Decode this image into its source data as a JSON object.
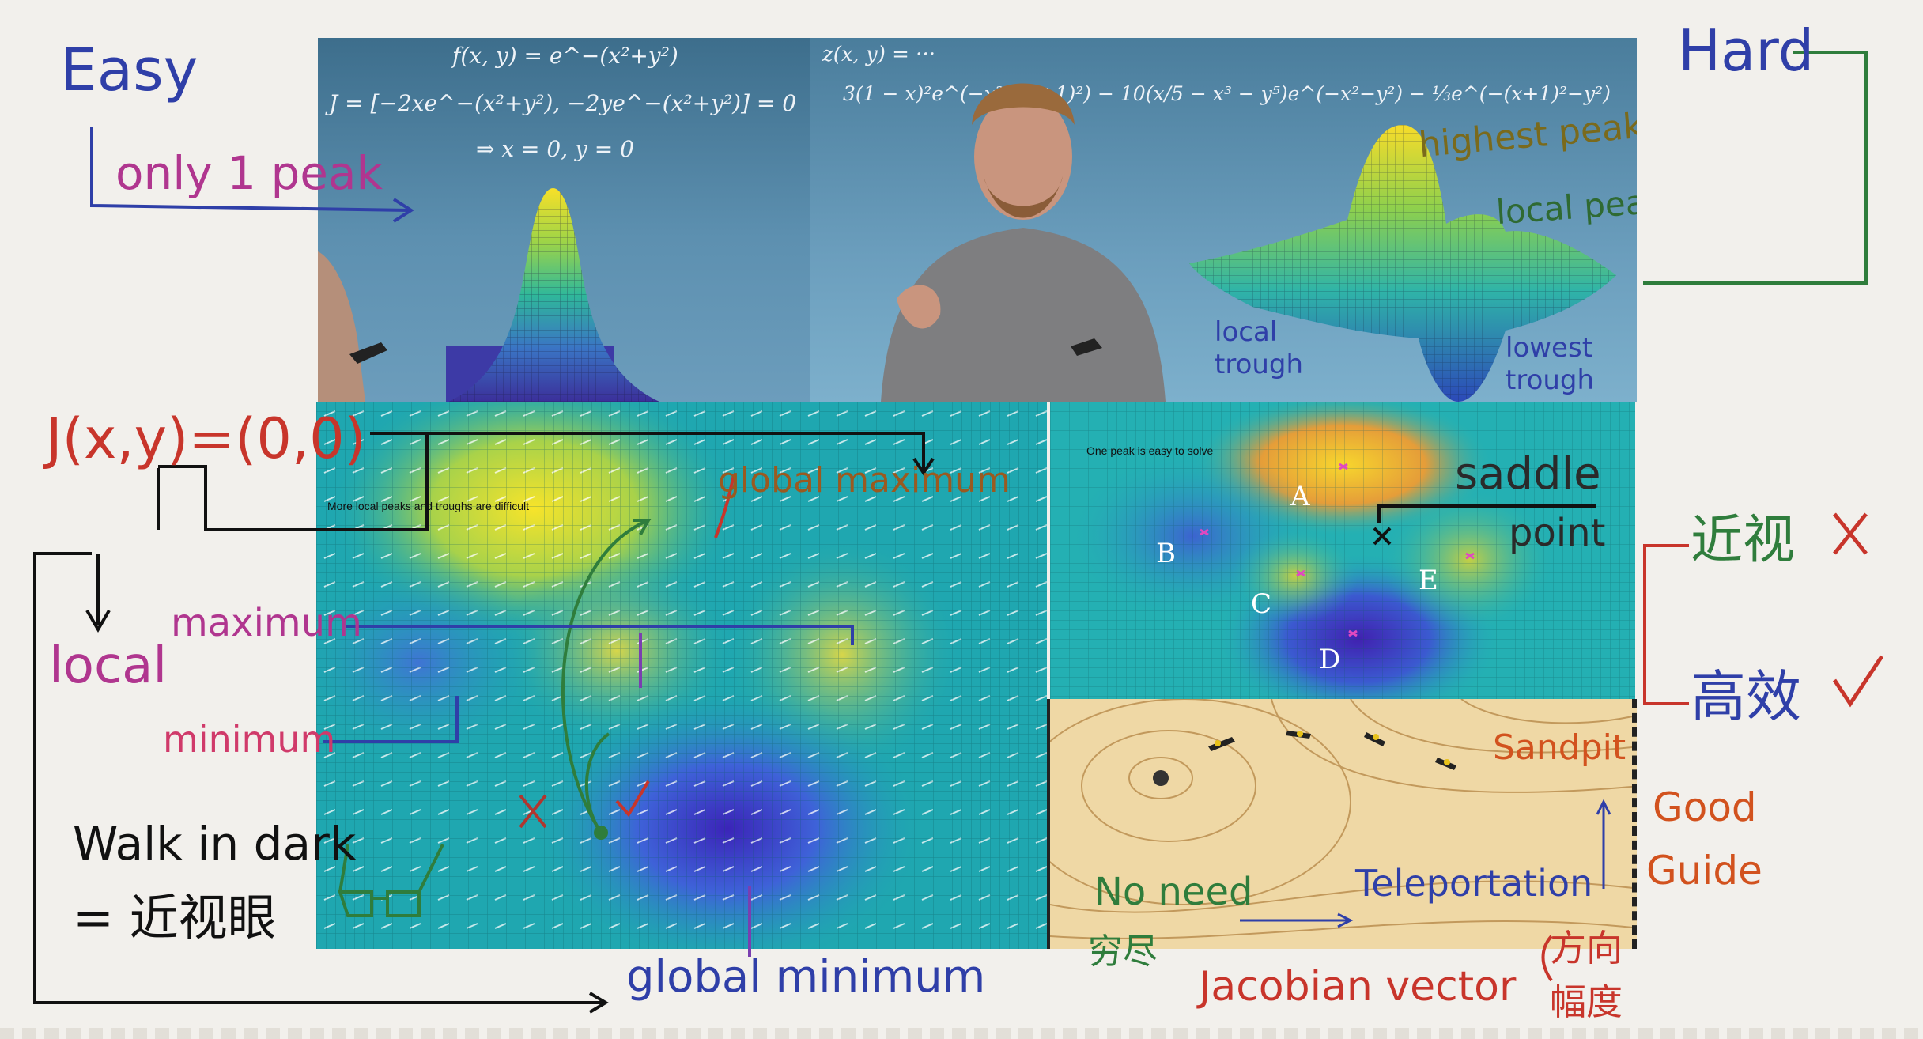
{
  "left_notes": {
    "easy": "Easy",
    "only_one_peak": "only 1 peak",
    "jacobian_zero": "J(x,y)=(0,0)",
    "local": "local",
    "maximum": "maximum",
    "minimum": "minimum",
    "walk_in_dark": "Walk in dark",
    "equals_nearsighted": "= 近视眼"
  },
  "right_notes": {
    "hard": "Hard",
    "nearsighted": "近视",
    "efficient": "高效",
    "good": "Good",
    "guide": "Guide"
  },
  "video_left": {
    "eq1": "f(x, y) = e^−(x²+y²)",
    "eq2": "J = [−2xe^−(x²+y²), −2ye^−(x²+y²)] = 0",
    "eq3": "⇒ x = 0, y = 0"
  },
  "video_right": {
    "eq1": "z(x, y) = ···",
    "eq2": "3(1 − x)²e^(−x²−(y+1)²) − 10(x/5 − x³ − y⁵)e^(−x²−y²) − ⅓e^(−(x+1)²−y²)",
    "highest_peak": "highest peak",
    "local_peaks": "local peaks",
    "local_trough": "local trough",
    "lowest_trough": "lowest trough"
  },
  "heatmap": {
    "caption": "More local peaks and troughs are difficult",
    "global_maximum": "global maximum",
    "global_minimum": "global minimum"
  },
  "contour": {
    "caption": "One peak is easy to solve",
    "saddle": "saddle",
    "point": "point",
    "points": [
      "A",
      "B",
      "C",
      "D",
      "E"
    ]
  },
  "sandpit": {
    "sandpit": "Sandpit",
    "no_need": "No need",
    "no_need_cn": "穷尽",
    "teleportation": "Teleportation"
  },
  "bottom_notes": {
    "jacobian_vector": "Jacobian vector",
    "direction": "方向",
    "magnitude": "幅度"
  },
  "colors": {
    "pen_blue": "#2f3fa8",
    "pen_red": "#c8352b",
    "pen_magenta": "#b0368f",
    "pen_green": "#2f7d3c",
    "pen_orange": "#d2521e",
    "pen_olive": "#7a6a1c",
    "teal_bg": "#1fa7b0"
  }
}
